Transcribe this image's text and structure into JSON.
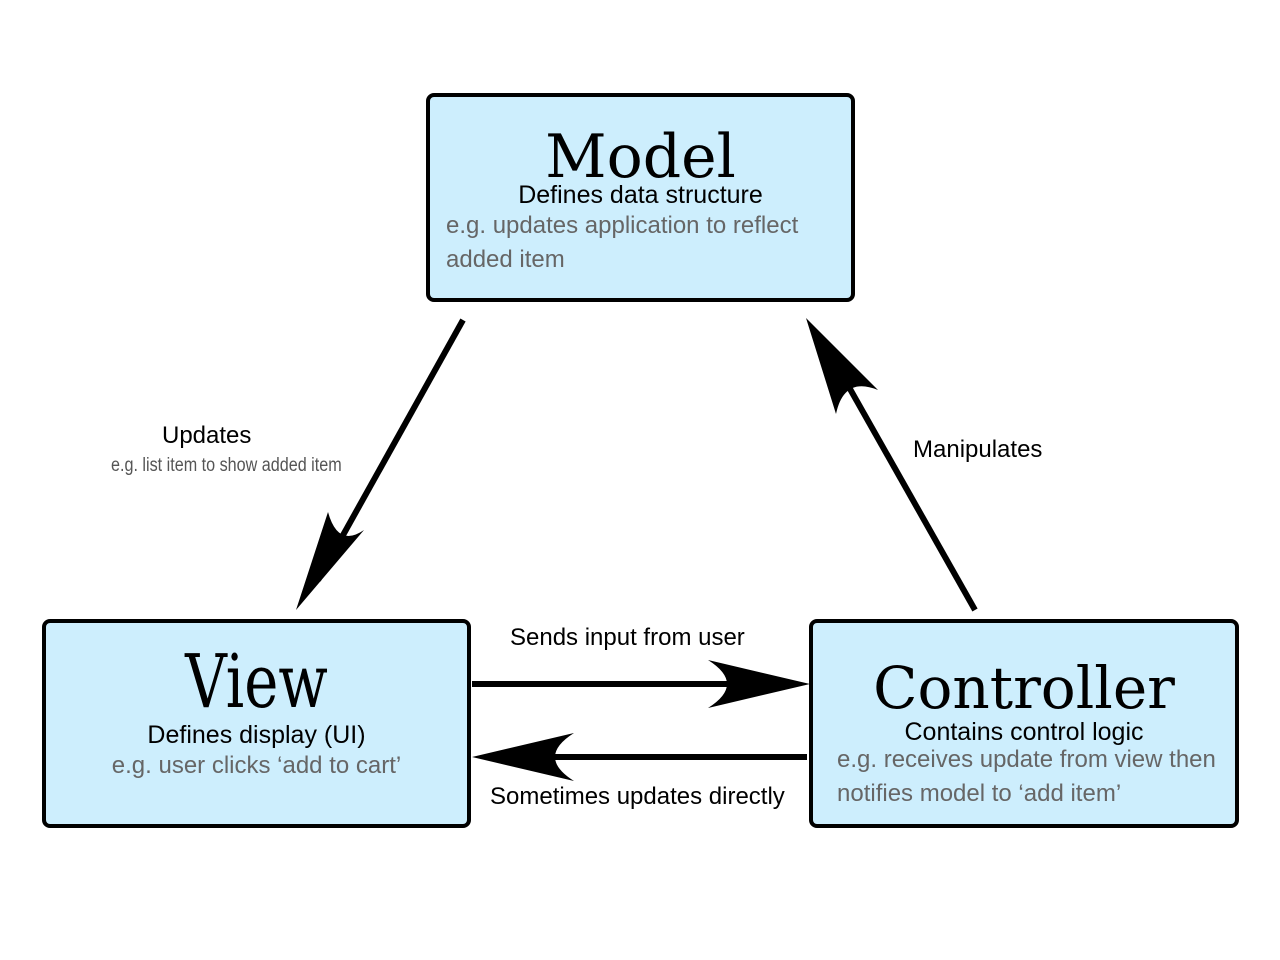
{
  "boxes": {
    "model": {
      "title": "Model",
      "subtitle": "Defines data structure",
      "example": "e.g. updates application to reflect added item"
    },
    "view": {
      "title": "View",
      "subtitle": "Defines display (UI)",
      "example": "e.g. user clicks ‘add to cart’"
    },
    "controller": {
      "title": "Controller",
      "subtitle": "Contains control logic",
      "example": "e.g. receives update from view then notifies model to ‘add item’"
    }
  },
  "edges": {
    "model_to_view": {
      "label": "Updates",
      "note": "e.g. list item to show added item"
    },
    "controller_to_model": {
      "label": "Manipulates"
    },
    "view_to_controller": {
      "label": "Sends input from user"
    },
    "controller_to_view": {
      "label": "Sometimes updates directly"
    }
  },
  "colors": {
    "box_fill": "#cdeefd",
    "box_border": "#000000",
    "arrow": "#000000",
    "example_text": "#666666"
  }
}
